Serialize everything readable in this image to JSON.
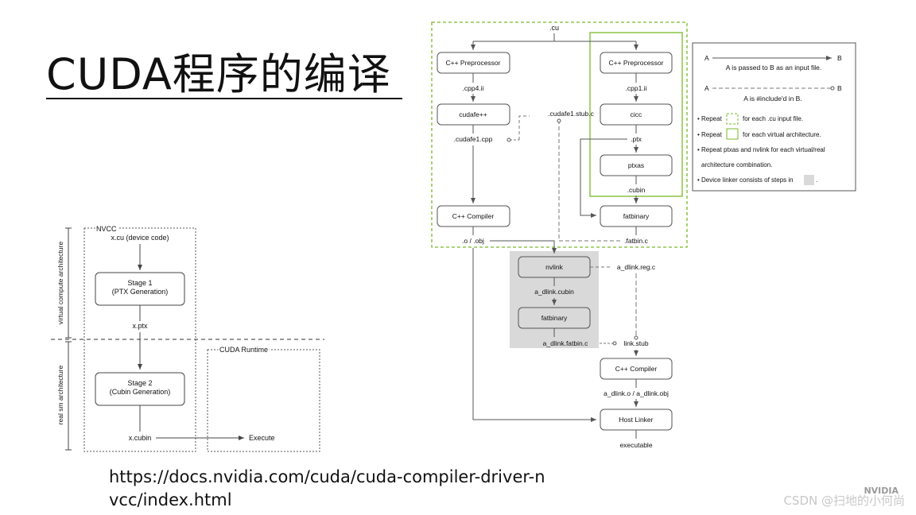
{
  "slide": {
    "title": "CUDA程序的编译",
    "url": "https://docs.nvidia.com/cuda/cuda-compiler-driver-nvcc/index.html",
    "watermark": "CSDN @扫地的小何尚",
    "logo_text": "NVIDIA"
  },
  "left_diagram": {
    "nvcc_label": "NVCC",
    "runtime_label": "CUDA Runtime",
    "virtual_label": "virtual compute architecture",
    "real_label": "real sm architecture",
    "source": "x.cu (device code)",
    "stage1": [
      "Stage 1",
      "(PTX Generation)"
    ],
    "ptx": "x.ptx",
    "stage2": [
      "Stage 2",
      "(Cubin Generation)"
    ],
    "cubin": "x.cubin",
    "execute": "Execute"
  },
  "right_diagram": {
    "cu": ".cu",
    "cpp_pre_left": "C++ Preprocessor",
    "cpp_pre_right": "C++ Preprocessor",
    "cpp4": ".cpp4.ii",
    "cpp1": ".cpp1.ii",
    "cudafe": "cudafe++",
    "cicc": "cicc",
    "stub": ".cudafe1.stub.c",
    "cudafe_cpp": ".cudafe1.cpp",
    "ptx": ".ptx",
    "ptxas": "ptxas",
    "cubin": ".cubin",
    "cpp_compiler": "C++ Compiler",
    "fatbinary": "fatbinary",
    "obj": ".o / .obj",
    "fatbin_c": ".fatbin.c",
    "nvlink": "nvlink",
    "dlink_reg": "a_dlink.reg.c",
    "dlink_cubin": "a_dlink.cubin",
    "fatbinary2": "fatbinary",
    "dlink_fatbin": "a_dlink.fatbin.c",
    "link_stub": "link.stub",
    "cpp_compiler2": "C++ Compiler",
    "dlink_obj": "a_dlink.o / a_dlink.obj",
    "host_linker": "Host Linker",
    "executable": "executable"
  },
  "legend": {
    "a1": "A",
    "b1": "B",
    "desc1": "A is passed to B as an input file.",
    "a2": "A",
    "b2": "B",
    "desc2": "A is #include'd in B.",
    "repeat1": "Repeat",
    "repeat1_desc": "for each .cu input file.",
    "repeat2": "Repeat",
    "repeat2_desc": "for each virtual architecture.",
    "repeat3": "Repeat ptxas and nvlink for each virtual/real",
    "repeat3b": "architecture combination.",
    "device_linker": "Device linker consists of steps in",
    "device_linker_end": "."
  },
  "colors": {
    "green": "#7ab929",
    "grey_region": "#d9d9d9"
  }
}
